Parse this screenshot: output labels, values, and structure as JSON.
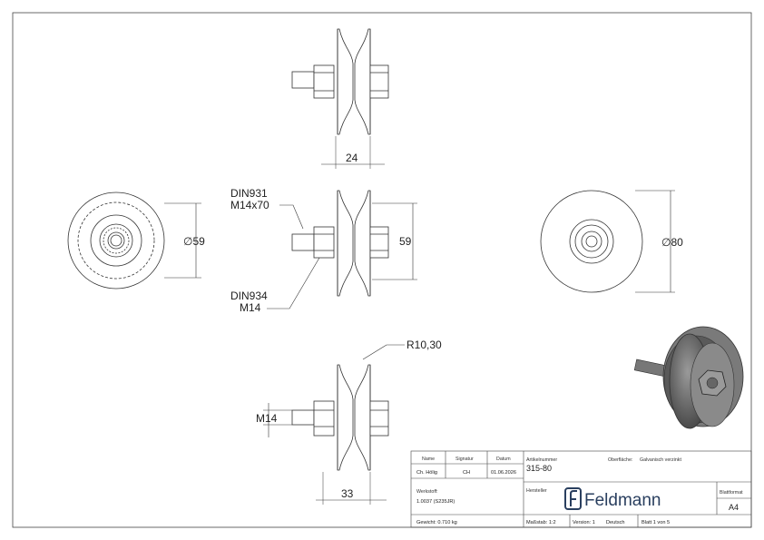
{
  "dimensions": {
    "width_top": "24",
    "dia_left": "∅59",
    "height_mid": "59",
    "dia_right": "∅80",
    "radius": "R10,30",
    "thread": "M14",
    "width_bottom": "33"
  },
  "callouts": {
    "bolt_line1": "DIN931",
    "bolt_line2": "M14x70",
    "nut_line1": "DIN934",
    "nut_line2": "M14"
  },
  "title_block": {
    "name_header": "Name",
    "signature_header": "Signatur",
    "date_header": "Datum",
    "name_value": "Ch. Hölig",
    "signature_value": "CH",
    "date_value": "01.06.2026",
    "article_label": "Artikelnummer",
    "article_value": "315-80",
    "surface_label": "Oberfläche:",
    "surface_value": "Galvanisch verzinkt",
    "material_label": "Werkstoff:",
    "material_value": "1.0037 (S235JR)",
    "manufacturer_label": "Hersteller",
    "brand_name": "Feldmann",
    "brand_color": "#2a3f5f",
    "sheet_format_label": "Blattformat",
    "sheet_format_value": "A4",
    "weight": "Gewicht: 0.710 kg",
    "scale": "Maßstab: 1:2",
    "version": "Version: 1",
    "language": "Deutsch",
    "sheet": "Blatt 1 von 5"
  }
}
